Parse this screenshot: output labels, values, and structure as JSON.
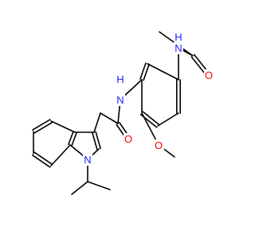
{
  "molecule": {
    "atoms": {
      "amide_n_top": "N",
      "amide_h_top": "H",
      "acetyl_o": "O",
      "amide_n_mid": "N",
      "amide_h_mid": "H",
      "amide_o": "O",
      "methoxy_o": "O",
      "indole_n": "N"
    }
  },
  "colors": {
    "bond": "#000000",
    "nitrogen": "#2020ff",
    "oxygen": "#ff0000"
  }
}
